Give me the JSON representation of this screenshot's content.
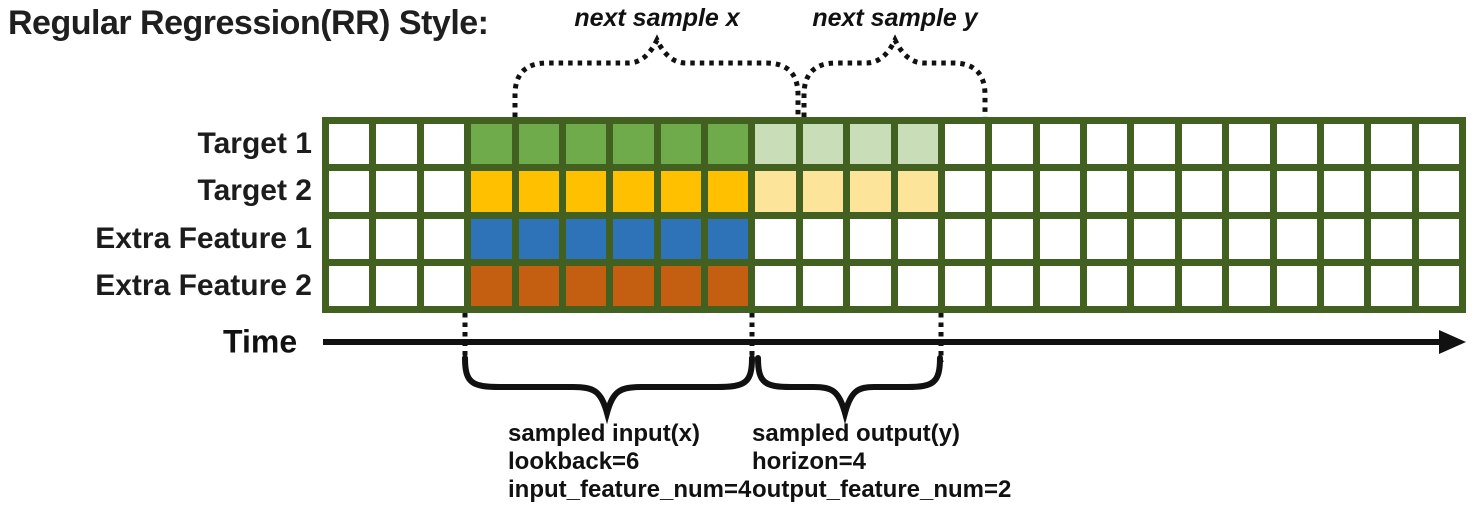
{
  "title": "Regular Regression(RR) Style:",
  "annotations": {
    "next_sample_x": "next sample x",
    "next_sample_y": "next sample y"
  },
  "time_axis": {
    "label": "Time"
  },
  "colors": {
    "grid_border": "#42601f",
    "cell_white": "#ffffff",
    "green_solid": "#6FAB4B",
    "green_light": "#C8DDB8",
    "gold_solid": "#FFC000",
    "gold_light": "#FDE49B",
    "blue_solid": "#2E73B8",
    "orange_solid": "#C45F11",
    "annotation_black": "#111111"
  },
  "grid": {
    "columns": 24,
    "rows": [
      {
        "label": "Target 1",
        "segments": [
          {
            "count": 3,
            "color": "cell_white"
          },
          {
            "count": 6,
            "color": "green_solid"
          },
          {
            "count": 4,
            "color": "green_light"
          },
          {
            "count": 11,
            "color": "cell_white"
          }
        ]
      },
      {
        "label": "Target 2",
        "segments": [
          {
            "count": 3,
            "color": "cell_white"
          },
          {
            "count": 6,
            "color": "gold_solid"
          },
          {
            "count": 4,
            "color": "gold_light"
          },
          {
            "count": 11,
            "color": "cell_white"
          }
        ]
      },
      {
        "label": "Extra Feature 1",
        "segments": [
          {
            "count": 3,
            "color": "cell_white"
          },
          {
            "count": 6,
            "color": "blue_solid"
          },
          {
            "count": 15,
            "color": "cell_white"
          }
        ]
      },
      {
        "label": "Extra Feature 2",
        "segments": [
          {
            "count": 3,
            "color": "cell_white"
          },
          {
            "count": 6,
            "color": "orange_solid"
          },
          {
            "count": 15,
            "color": "cell_white"
          }
        ]
      }
    ]
  },
  "sample_labels": {
    "input": [
      "sampled input(x)",
      "lookback=6",
      "input_feature_num=4"
    ],
    "output": [
      "sampled output(y)",
      "horizon=4",
      "output_feature_num=2"
    ]
  }
}
